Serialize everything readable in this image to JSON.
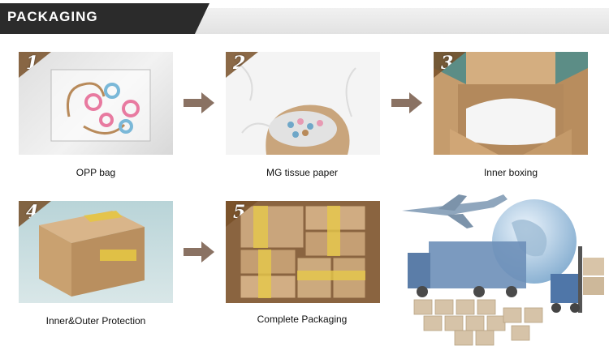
{
  "header": {
    "title": "PACKAGING"
  },
  "steps": [
    {
      "number": "1",
      "caption": "OPP bag"
    },
    {
      "number": "2",
      "caption": "MG tissue paper"
    },
    {
      "number": "3",
      "caption": "Inner boxing"
    },
    {
      "number": "4",
      "caption": "Inner&Outer Protection"
    },
    {
      "number": "5",
      "caption": "Complete Packaging"
    }
  ],
  "colors": {
    "banner": "#2b2b2b",
    "arrow": "#8a7263",
    "box": "#c9a57c"
  }
}
